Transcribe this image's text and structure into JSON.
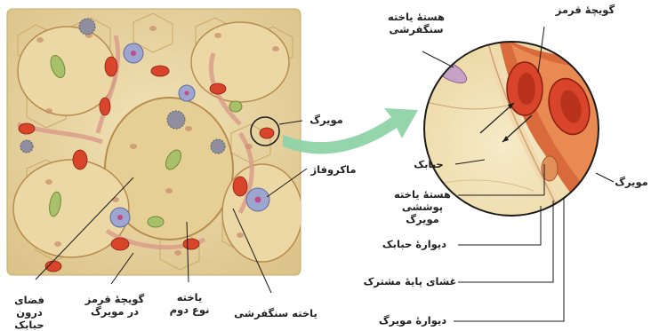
{
  "labels": {
    "capillary_left": "مویرگ",
    "macrophage": "ماکروفاژ",
    "alveolar_space": "فضای درون\nحبابک",
    "rbc_in_capillary": "گویچهٔ قرمز\nدر مویرگ",
    "type2_cell": "یاخته\nنوع دوم",
    "squamous_cell_bottom": "یاخته سنگفرشی",
    "squamous_nucleus": "هستهٔ یاخته\nسنگفرشی",
    "red_blood_cell": "گویچهٔ قرمز",
    "alveolus": "حبابک",
    "capillary_right": "مویرگ",
    "endothelial_nucleus": "هستهٔ یاخته\nپوششی مویرگ",
    "alveolar_wall": "دیوارهٔ حبابک",
    "basement_membrane": "غشای پایهٔ مشترک",
    "capillary_wall": "دیوارهٔ مویرگ"
  },
  "colors": {
    "tissue": "#e9d49e",
    "cell_outline": "#c9a968",
    "rbc": "#d8452a",
    "macrophage": "#9da6cf",
    "green_cell": "#a9c06a",
    "arrow": "#8ed3a8"
  }
}
